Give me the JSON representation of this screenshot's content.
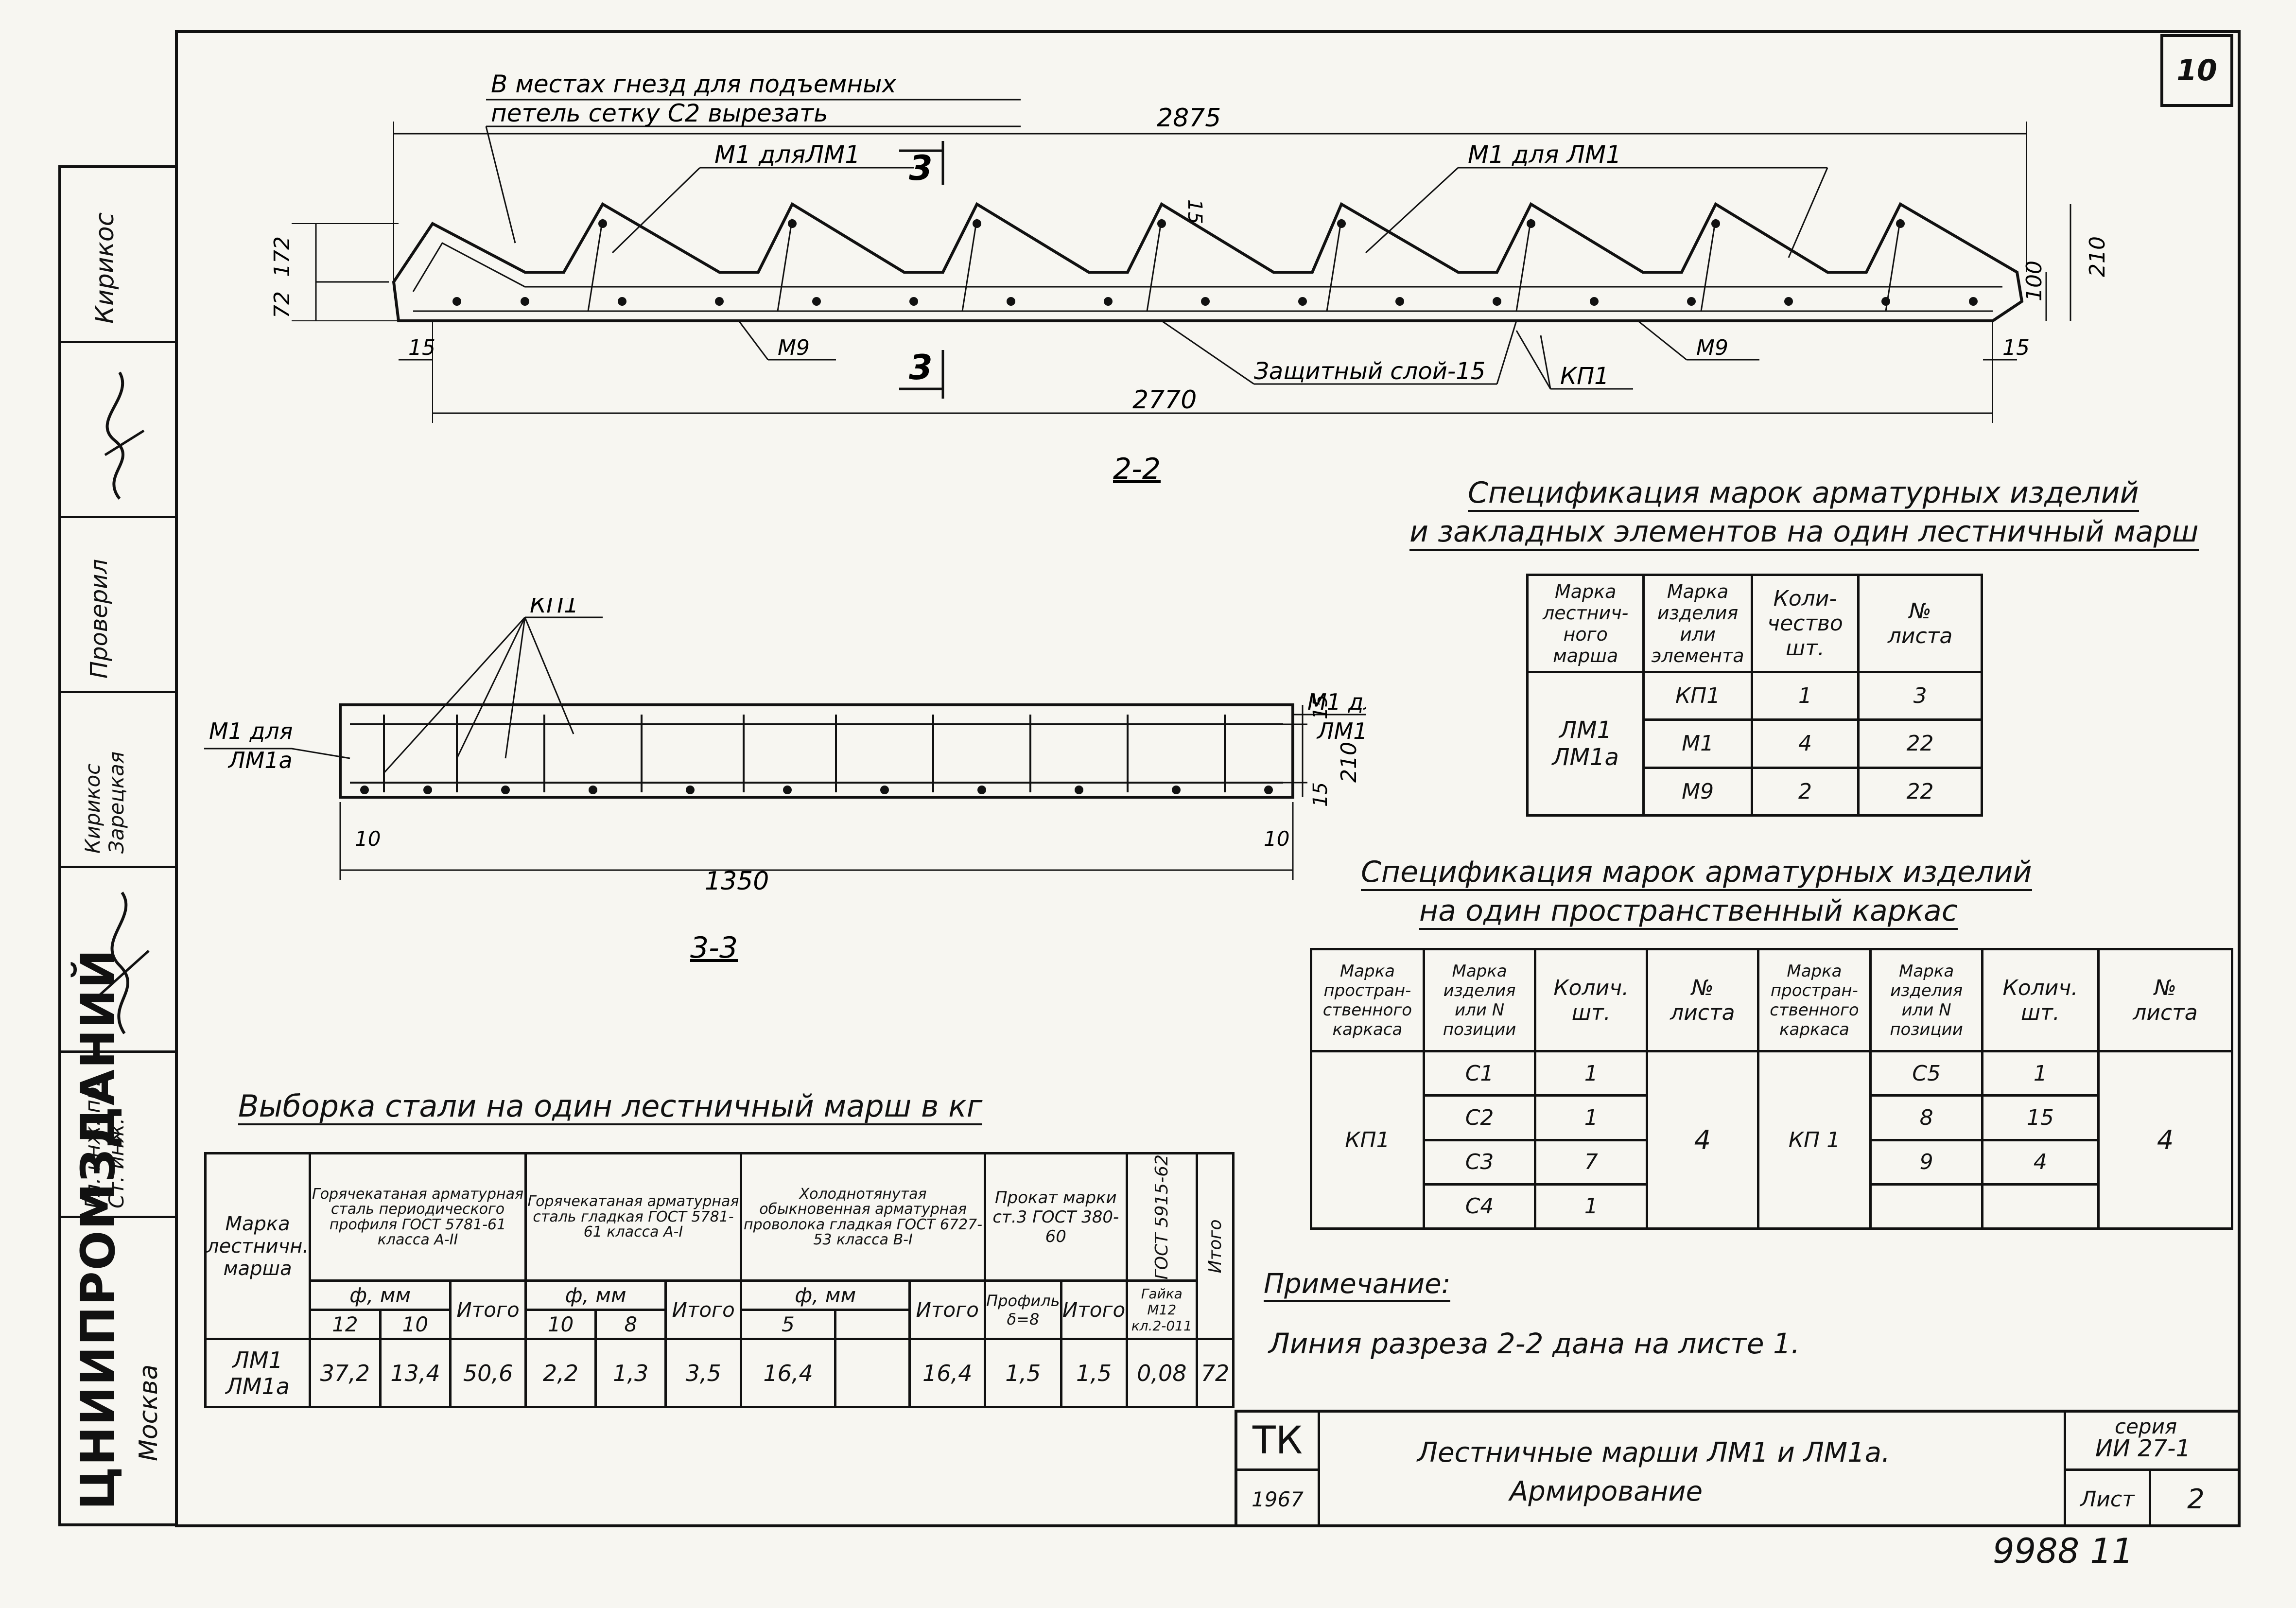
{
  "sheet": {
    "number_box": "10",
    "series_label": "серия",
    "series_code": "ИИ 27-1",
    "list_label": "Лист",
    "list_no": "2",
    "org": "ЦНИИПРОМЗДАНИЙ",
    "city": "Москва",
    "stamp_tk": "ТК",
    "year": "1967",
    "title_line1": "Лестничные марши ЛМ1 и ЛМ1а.",
    "title_line2": "Армирование",
    "archive_no": "9988 11"
  },
  "sidebar": {
    "roles": [
      "Гл. инж. пр.\nСт. инж.",
      "Кирикос\nЗарецкая",
      "Проверил",
      "Кирикос"
    ]
  },
  "section22": {
    "note_line1": "В местах гнезд для подъемных",
    "note_line2": "петель сетку С2 вырезать",
    "dim_top": "2875",
    "dim_bottom": "2770",
    "label_m1_left": "М1 дляЛМ1",
    "label_m1_right": "М1 для ЛМ1",
    "section_mark": "3",
    "dim_172": "172",
    "dim_72": "72",
    "dim_15a": "15",
    "dim_15b": "15",
    "dim_15c": "15",
    "dim_100": "100",
    "dim_210": "210",
    "label_m9a": "М9",
    "label_m9b": "М9",
    "label_cover": "Защитный слой-15",
    "label_kp1": "КП1",
    "caption": "2-2"
  },
  "section33": {
    "label_kp1": "КП1",
    "label_m1_left_1": "М1 для",
    "label_m1_left_2": "ЛМ1а",
    "label_m1_right_1": "М1 для",
    "label_m1_right_2": "ЛМ1",
    "dim_15a": "15",
    "dim_15b": "15",
    "dim_210": "210",
    "dim_10a": "10",
    "dim_10b": "10",
    "dim_len": "1350",
    "caption": "3-3"
  },
  "spec1": {
    "title_1": "Спецификация марок арматурных изделий",
    "title_2": "и закладных элементов на один лестничный марш",
    "h_mark": "Марка лестнич-ного марша",
    "h_item": "Марка изделия или элемента",
    "h_qty": "Коли-чество",
    "h_qty_u": "шт.",
    "h_sheet": "№",
    "h_sheet_u": "листа",
    "mark": "ЛМ1\nЛМ1а",
    "rows": [
      {
        "item": "КП1",
        "qty": "1",
        "sheet": "3"
      },
      {
        "item": "М1",
        "qty": "4",
        "sheet": "22"
      },
      {
        "item": "М9",
        "qty": "2",
        "sheet": "22"
      }
    ]
  },
  "spec2": {
    "title_1": "Спецификация марок арматурных изделий",
    "title_2": "на один пространственный каркас",
    "h_mark": "Марка простран-ственного каркаса",
    "h_item": "Марка изделия или N позиции",
    "h_qty": "Колич.",
    "h_qty_u": "шт.",
    "h_sheet": "№",
    "h_sheet_u": "листа",
    "left_mark": "КП1",
    "right_mark": "КП 1",
    "left_sheet": "4",
    "right_sheet": "4",
    "left_rows": [
      {
        "item": "С1",
        "qty": "1"
      },
      {
        "item": "С2",
        "qty": "1"
      },
      {
        "item": "С3",
        "qty": "7"
      },
      {
        "item": "С4",
        "qty": "1"
      }
    ],
    "right_rows": [
      {
        "item": "С5",
        "qty": "1"
      },
      {
        "item": "8",
        "qty": "15"
      },
      {
        "item": "9",
        "qty": "4"
      },
      {
        "item": "",
        "qty": ""
      }
    ]
  },
  "note": {
    "title": "Примечание:",
    "text": "Линия разреза 2-2 дана на листе 1."
  },
  "steel": {
    "title": "Выборка стали на один лестничный марш в кг",
    "h_mark": "Марка лестничн. марша",
    "g1_head": "Горячекатаная арматурная сталь периодического профиля ГОСТ 5781-61 класса А-II",
    "g2_head": "Горячекатаная арматурная сталь гладкая ГОСТ 5781-61 класса А-I",
    "g3_head": "Холоднотянутая обыкновенная арматурная проволока гладкая ГОСТ 6727-53 класса В-I",
    "g4_head": "Прокат марки ст.3 ГОСТ 380-60",
    "gost": "ГОСТ 5915-62",
    "h_total": "Итого",
    "phi_mm": "ф, мм",
    "sub_total": "Итого",
    "d12": "12",
    "d10a": "10",
    "d10b": "10",
    "d8": "8",
    "d5": "5",
    "profile": "Профиль δ=8",
    "nut": "Гайка М12 кл.2-011",
    "row_mark": "ЛМ1\nЛМ1а",
    "v12": "37,2",
    "v10": "13,4",
    "t1": "50,6",
    "v10b": "2,2",
    "v8": "1,3",
    "t2": "3,5",
    "v5": "16,4",
    "v5b": "",
    "t3": "16,4",
    "vp": "1,5",
    "t4": "1,5",
    "vg": "0,08",
    "total": "72"
  }
}
